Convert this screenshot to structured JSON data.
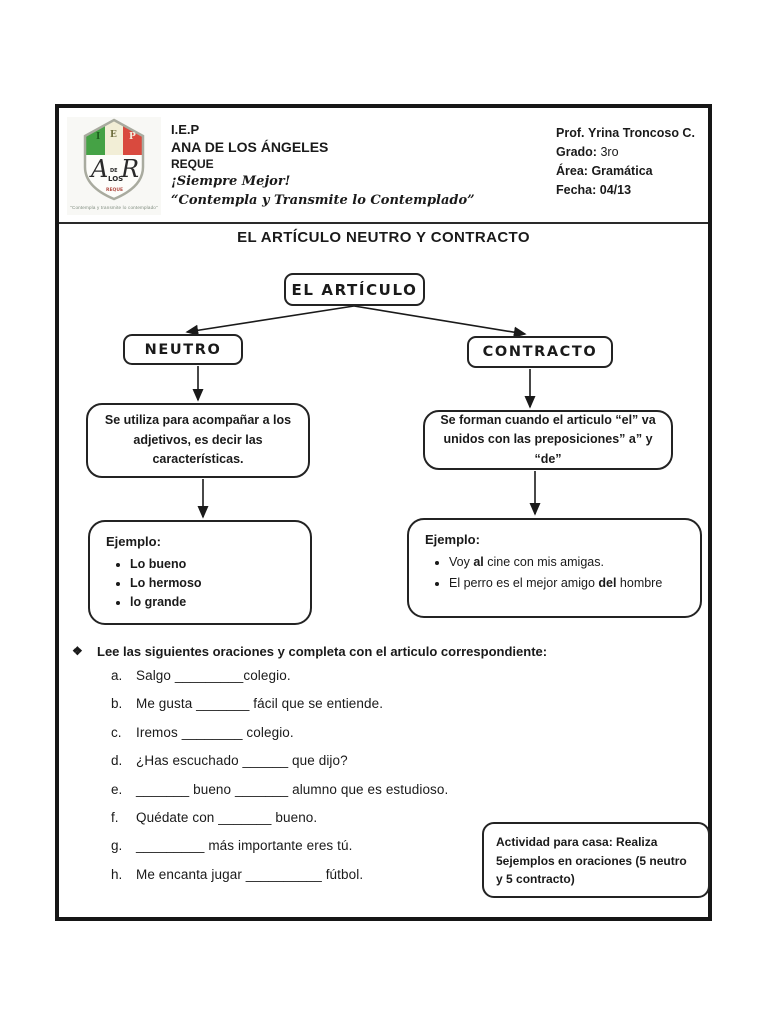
{
  "page": {
    "header": {
      "logo": {
        "letters": [
          "I",
          "E",
          "P"
        ],
        "initial_left": "A",
        "initial_right": "R",
        "mid_small": "DE",
        "mid_small2": "LOS",
        "bottom": "REQUE",
        "caption": "\"Contempla y transmite lo contemplado\""
      },
      "school": {
        "line1": "I.E.P",
        "line2": "ANA DE LOS ÁNGELES",
        "line3": "REQUE",
        "motto1": "¡Siempre Mejor!",
        "motto2": "“Contempla y Transmite lo Contemplado”"
      },
      "info": [
        {
          "label": "Prof.",
          "value": "Yrina Troncoso C."
        },
        {
          "label": "Grado:",
          "value": "3ro"
        },
        {
          "label": "Área:",
          "value": "Gramática"
        },
        {
          "label": "Fecha:",
          "value": "04/13"
        }
      ]
    },
    "title": "EL ARTÍCULO NEUTRO Y CONTRACTO",
    "diagram": {
      "root_label": "EL ARTÍCULO",
      "neutro": {
        "label": "NEUTRO",
        "description": "Se utiliza para acompañar a los adjetivos, es decir las características.",
        "example_title": "Ejemplo:",
        "examples": [
          "Lo bueno",
          "Lo hermoso",
          "lo grande"
        ]
      },
      "contracto": {
        "label": "CONTRACTO",
        "description": "Se forman cuando el articulo “el” va unidos con las preposiciones” a” y “de”",
        "example_title": "Ejemplo:",
        "examples": [
          "Voy **al** cine con mis amigas.",
          "El perro es el mejor amigo **del** hombre"
        ]
      }
    },
    "exercise": {
      "bullet": "❖",
      "instruction": "Lee las siguientes oraciones y completa con el articulo correspondiente:",
      "items": [
        {
          "letter": "a.",
          "text": "Salgo _________colegio."
        },
        {
          "letter": "b.",
          "text": "Me gusta _______ fácil que se entiende."
        },
        {
          "letter": "c.",
          "text": "Iremos ________ colegio."
        },
        {
          "letter": "d.",
          "text": "¿Has escuchado ______ que dijo?"
        },
        {
          "letter": "e.",
          "text": "_______ bueno _______ alumno que es estudioso."
        },
        {
          "letter": "f.",
          "text": "Quédate con _______ bueno."
        },
        {
          "letter": "g.",
          "text": "_________ más importante eres tú."
        },
        {
          "letter": "h.",
          "text": "Me encanta jugar __________ fútbol."
        }
      ]
    },
    "homework": "Actividad para casa: Realiza 5ejemplos en oraciones (5 neutro y 5 contracto)"
  },
  "colors": {
    "ink": "#1a1a1a",
    "logo_green": "#45a245",
    "logo_cream": "#f2eed6",
    "logo_red": "#d94a3e",
    "logo_outline": "#a9ab9f"
  }
}
